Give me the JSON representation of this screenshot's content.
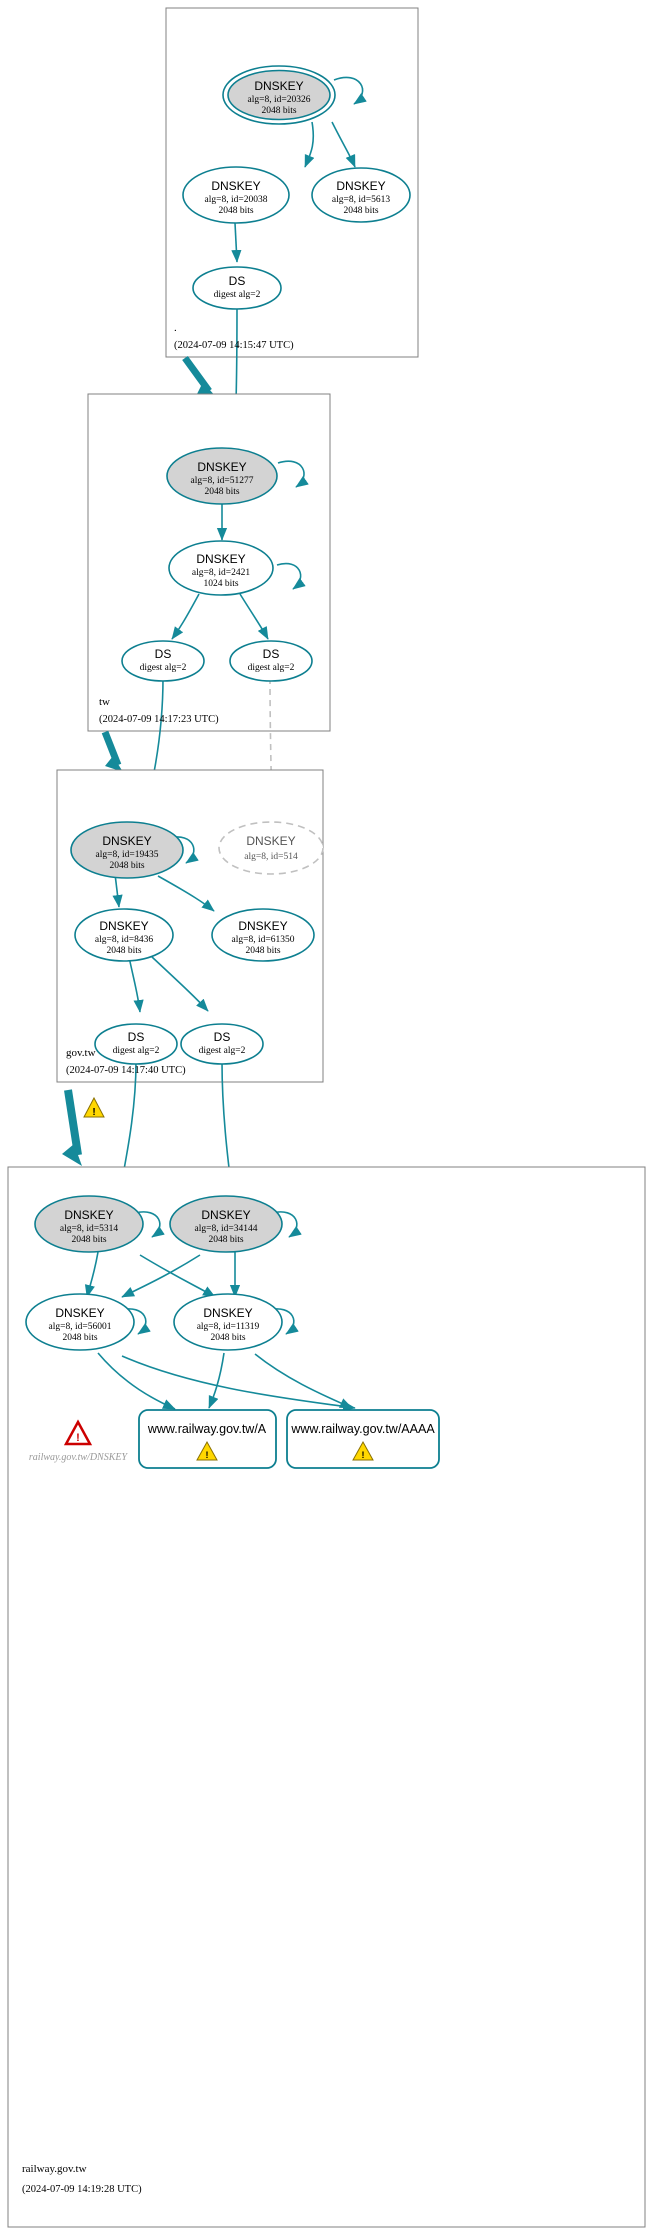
{
  "diagram": {
    "type": "dnssec-authentication-chain",
    "colors": {
      "edge": "#158a9a",
      "node_stroke": "#0d7f90",
      "secure_fill": "#d3d3d3",
      "zone_border": "#808080",
      "insecure": "#b0b0b0",
      "warning": "#ffd700",
      "error": "#cc0000"
    }
  },
  "zones": [
    {
      "id": "root",
      "label": ".",
      "timestamp": "(2024-07-09 14:15:47 UTC)",
      "nodes": [
        {
          "id": "root-ksk",
          "kind": "DNSKEY",
          "title": "DNSKEY",
          "line2": "alg=8, id=20326",
          "line3": "2048 bits",
          "style": "ksk-secure"
        },
        {
          "id": "root-zsk1",
          "kind": "DNSKEY",
          "title": "DNSKEY",
          "line2": "alg=8, id=20038",
          "line3": "2048 bits",
          "style": "zsk"
        },
        {
          "id": "root-zsk2",
          "kind": "DNSKEY",
          "title": "DNSKEY",
          "line2": "alg=8, id=5613",
          "line3": "2048 bits",
          "style": "zsk"
        },
        {
          "id": "root-ds",
          "kind": "DS",
          "title": "DS",
          "line2": "digest alg=2",
          "line3": "",
          "style": "ds"
        }
      ]
    },
    {
      "id": "tw",
      "label": "tw",
      "timestamp": "(2024-07-09 14:17:23 UTC)",
      "nodes": [
        {
          "id": "tw-ksk",
          "kind": "DNSKEY",
          "title": "DNSKEY",
          "line2": "alg=8, id=51277",
          "line3": "2048 bits",
          "style": "ksk-secure"
        },
        {
          "id": "tw-zsk",
          "kind": "DNSKEY",
          "title": "DNSKEY",
          "line2": "alg=8, id=2421",
          "line3": "1024 bits",
          "style": "zsk"
        },
        {
          "id": "tw-ds1",
          "kind": "DS",
          "title": "DS",
          "line2": "digest alg=2",
          "line3": "",
          "style": "ds"
        },
        {
          "id": "tw-ds2",
          "kind": "DS",
          "title": "DS",
          "line2": "digest alg=2",
          "line3": "",
          "style": "ds"
        }
      ]
    },
    {
      "id": "gov.tw",
      "label": "gov.tw",
      "timestamp": "(2024-07-09 14:17:40 UTC)",
      "nodes": [
        {
          "id": "gov-ksk",
          "kind": "DNSKEY",
          "title": "DNSKEY",
          "line2": "alg=8, id=19435",
          "line3": "2048 bits",
          "style": "ksk-secure"
        },
        {
          "id": "gov-ghost",
          "kind": "DNSKEY",
          "title": "DNSKEY",
          "line2": "alg=8, id=514",
          "line3": "",
          "style": "non-existent"
        },
        {
          "id": "gov-zsk1",
          "kind": "DNSKEY",
          "title": "DNSKEY",
          "line2": "alg=8, id=8436",
          "line3": "2048 bits",
          "style": "zsk"
        },
        {
          "id": "gov-zsk2",
          "kind": "DNSKEY",
          "title": "DNSKEY",
          "line2": "alg=8, id=61350",
          "line3": "2048 bits",
          "style": "zsk"
        },
        {
          "id": "gov-ds1",
          "kind": "DS",
          "title": "DS",
          "line2": "digest alg=2",
          "line3": "",
          "style": "ds"
        },
        {
          "id": "gov-ds2",
          "kind": "DS",
          "title": "DS",
          "line2": "digest alg=2",
          "line3": "",
          "style": "ds"
        }
      ]
    },
    {
      "id": "railway.gov.tw",
      "label": "railway.gov.tw",
      "timestamp": "(2024-07-09 14:19:28 UTC)",
      "nodes": [
        {
          "id": "rw-ksk1",
          "kind": "DNSKEY",
          "title": "DNSKEY",
          "line2": "alg=8, id=5314",
          "line3": "2048 bits",
          "style": "ksk-secure"
        },
        {
          "id": "rw-ksk2",
          "kind": "DNSKEY",
          "title": "DNSKEY",
          "line2": "alg=8, id=34144",
          "line3": "2048 bits",
          "style": "ksk-secure"
        },
        {
          "id": "rw-zsk1",
          "kind": "DNSKEY",
          "title": "DNSKEY",
          "line2": "alg=8, id=56001",
          "line3": "2048 bits",
          "style": "zsk"
        },
        {
          "id": "rw-zsk2",
          "kind": "DNSKEY",
          "title": "DNSKEY",
          "line2": "alg=8, id=11319",
          "line3": "2048 bits",
          "style": "zsk"
        }
      ],
      "rrsets": [
        {
          "id": "rr-a",
          "label": "www.railway.gov.tw/A",
          "status": "warning"
        },
        {
          "id": "rr-aaaa",
          "label": "www.railway.gov.tw/AAAA",
          "status": "warning"
        }
      ],
      "errors": [
        {
          "id": "err-dnskey",
          "label": "railway.gov.tw/DNSKEY",
          "status": "error"
        }
      ]
    }
  ],
  "delegations": [
    {
      "from": "root",
      "to": "tw",
      "status": "secure"
    },
    {
      "from": "tw",
      "to": "gov.tw",
      "status": "secure"
    },
    {
      "from": "gov.tw",
      "to": "railway.gov.tw",
      "status": "warning"
    }
  ],
  "icons": {
    "warning": "warning-triangle-icon",
    "error": "error-triangle-icon"
  }
}
